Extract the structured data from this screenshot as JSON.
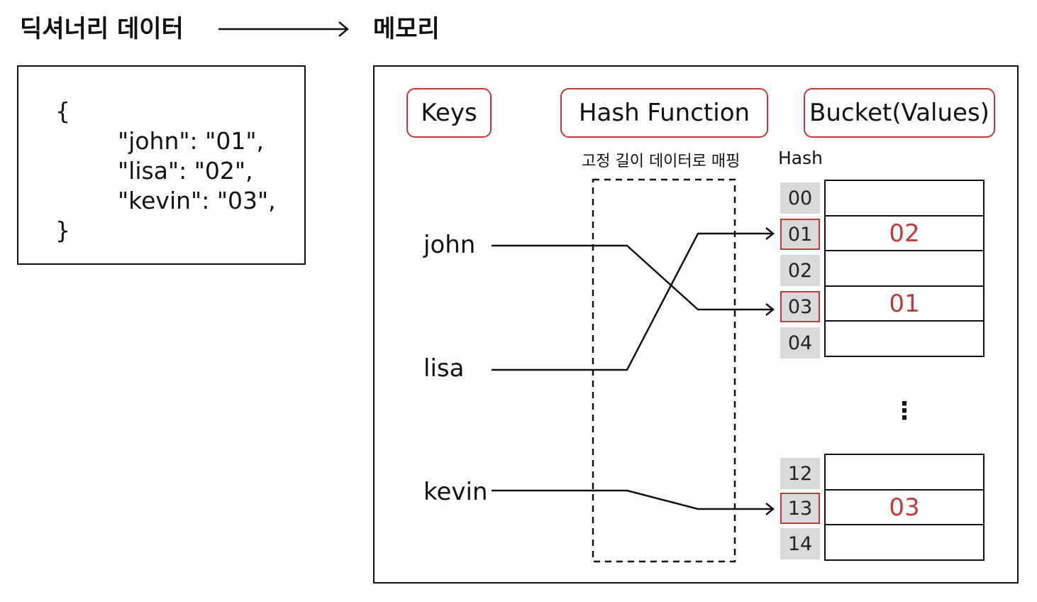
{
  "left_heading": "딕셔너리 데이터",
  "right_heading": "메모리",
  "dict_code": {
    "open": "{",
    "lines": [
      "\"john\": \"01\",",
      "\"lisa\": \"02\",",
      "\"kevin\": \"03\","
    ],
    "close": "}"
  },
  "memory": {
    "headers": {
      "keys": "Keys",
      "hash_function": "Hash Function",
      "bucket": "Bucket(Values)"
    },
    "hash_function_caption": "고정 길이 데이터로 매핑",
    "hash_label": "Hash",
    "keys": [
      "john",
      "lisa",
      "kevin"
    ],
    "hash_group1": [
      "00",
      "01",
      "02",
      "03",
      "04"
    ],
    "hash_group2": [
      "12",
      "13",
      "14"
    ],
    "bucket_group1_values": [
      "",
      "02",
      "",
      "01",
      ""
    ],
    "bucket_group2_values": [
      "",
      "03",
      ""
    ],
    "ellipsis": "⋮",
    "mappings": [
      {
        "key": "john",
        "hash": "03"
      },
      {
        "key": "lisa",
        "hash": "01"
      },
      {
        "key": "kevin",
        "hash": "13"
      }
    ]
  },
  "colors": {
    "accent": "#c0393b",
    "hash_cell_bg": "#d9d9d9",
    "line": "#111111"
  }
}
